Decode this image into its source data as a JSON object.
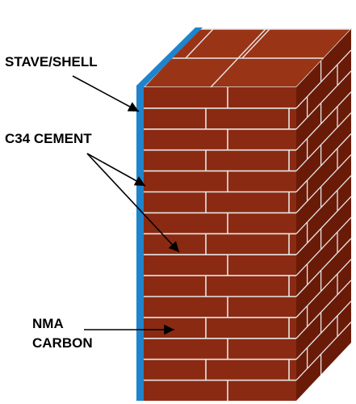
{
  "labels": {
    "stave_shell": "STAVE/SHELL",
    "cement": "C34 CEMENT",
    "nma_line1": "NMA",
    "nma_line2": "CARBON"
  },
  "colors": {
    "brick_front": "#8b2a12",
    "brick_top": "#9a3416",
    "brick_side": "#6a1b08",
    "mortar": "#e6e6e6",
    "shell": "#1f84cc",
    "arrow": "#000000"
  }
}
